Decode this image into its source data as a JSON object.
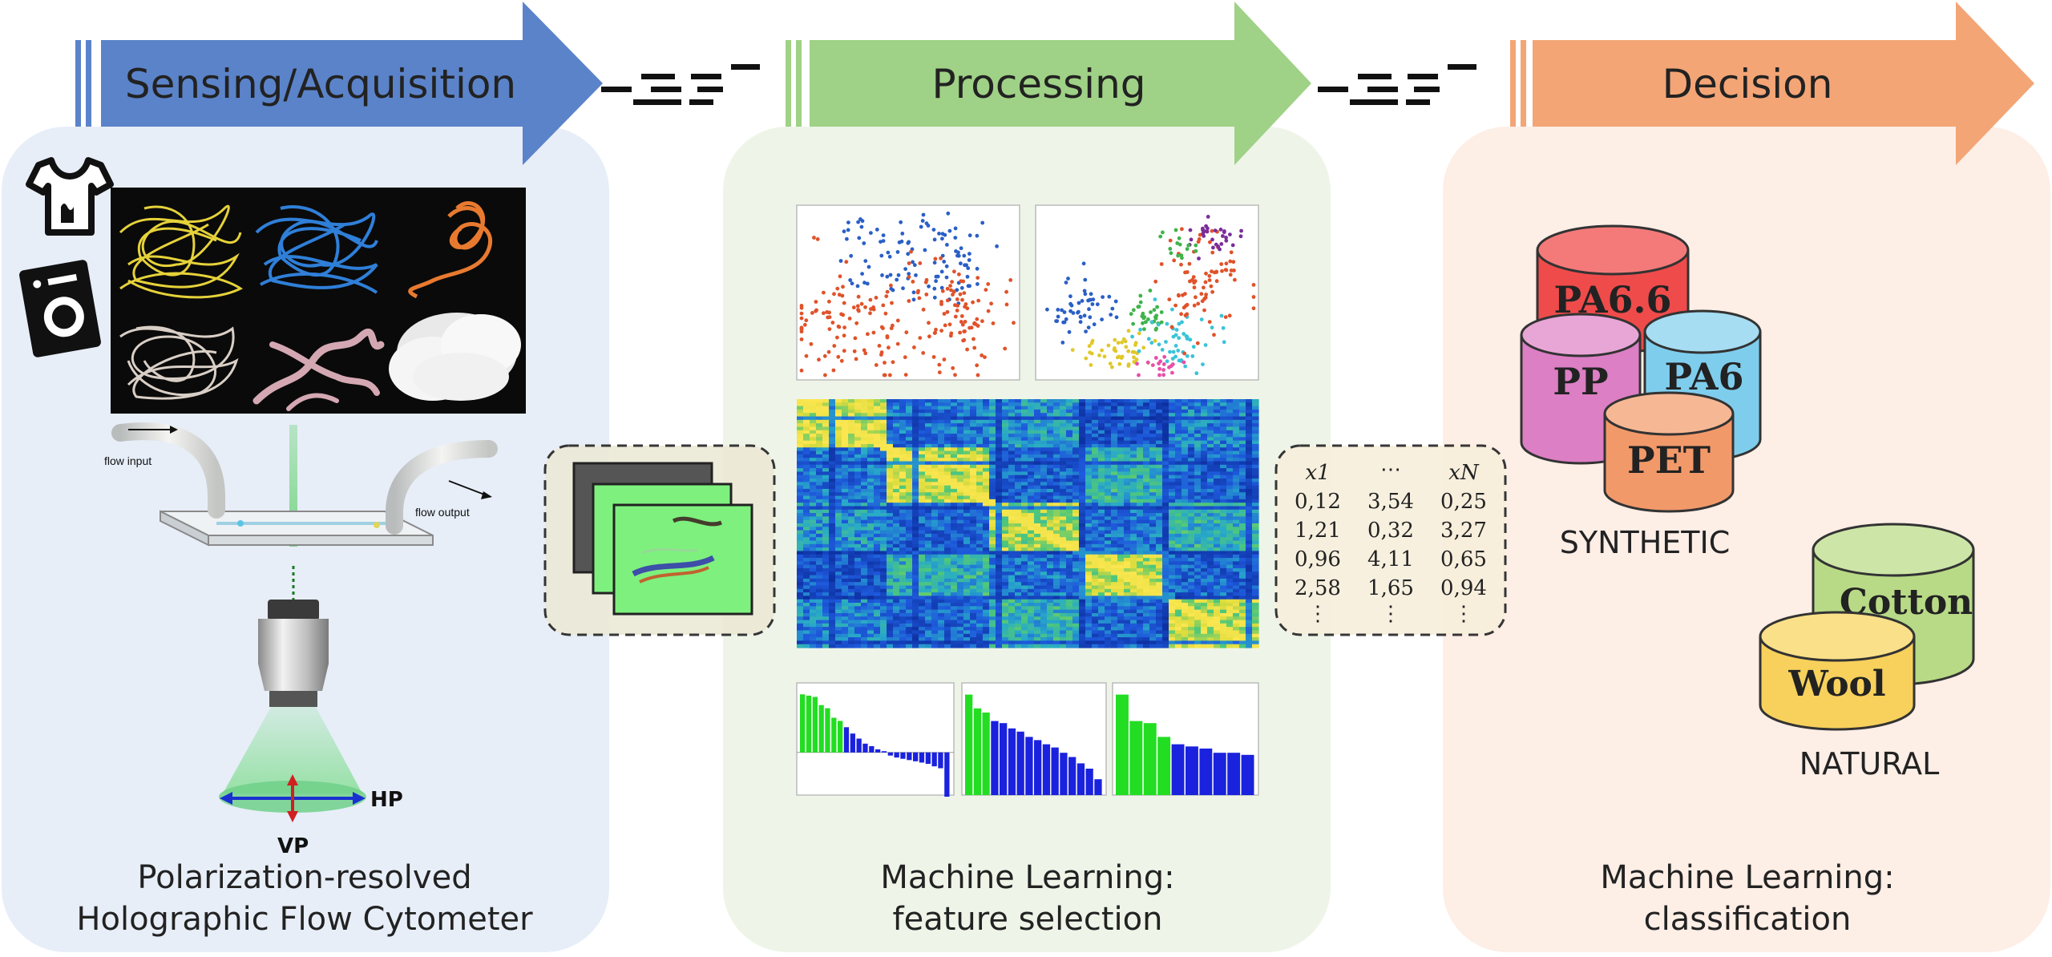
{
  "stages": [
    {
      "title": "Sensing/Acquisition",
      "color": "#5b83c9",
      "panel_bg": "#e7eef8"
    },
    {
      "title": "Processing",
      "color": "#9fd186",
      "panel_bg": "#eef5e8"
    },
    {
      "title": "Decision",
      "color": "#f3a576",
      "panel_bg": "#fdeee6"
    }
  ],
  "acquisition": {
    "caption_line1": "Polarization-resolved",
    "caption_line2": "Holographic Flow Cytometer",
    "flow_input_label": "flow input",
    "flow_output_label": "flow output",
    "hp_label": "HP",
    "vp_label": "VP",
    "fiber_sample_colors": [
      "#e6d23a",
      "#2f7fd8",
      "#e87a30",
      "#d9cfc6",
      "#d4a8b2",
      "#f1f1f1"
    ]
  },
  "processing": {
    "caption_line1": "Machine Learning:",
    "caption_line2": "feature selection",
    "bar_chart_colors": {
      "high": "#22dd22",
      "low": "#1a22dd"
    },
    "bar_panels": [
      [
        0.92,
        0.9,
        0.88,
        0.75,
        0.7,
        0.55,
        0.5,
        0.4,
        0.3,
        0.22,
        0.14,
        0.1,
        0.05,
        0.02,
        -0.05,
        -0.08,
        -0.1,
        -0.12,
        -0.14,
        -0.16,
        -0.18,
        -0.22,
        -0.25,
        -0.7
      ],
      [
        0.95,
        0.82,
        0.78,
        0.7,
        0.68,
        0.63,
        0.6,
        0.55,
        0.52,
        0.48,
        0.45,
        0.4,
        0.36,
        0.3,
        0.25,
        0.15
      ],
      [
        0.95,
        0.7,
        0.68,
        0.55,
        0.48,
        0.46,
        0.44,
        0.4,
        0.4,
        0.38
      ]
    ],
    "bar_high_counts": [
      7,
      3,
      4
    ]
  },
  "feature_table": {
    "headers": [
      "x1",
      "⋯",
      "xN"
    ],
    "rows": [
      [
        "0,12",
        "3,54",
        "0,25"
      ],
      [
        "1,21",
        "0,32",
        "3,27"
      ],
      [
        "0,96",
        "4,11",
        "0,65"
      ],
      [
        "2,58",
        "1,65",
        "0,94"
      ],
      [
        "⋮",
        "⋮",
        "⋮"
      ]
    ]
  },
  "decision": {
    "caption_line1": "Machine Learning:",
    "caption_line2": "classification",
    "synthetic_label": "SYNTHETIC",
    "natural_label": "NATURAL",
    "synthetic_classes": [
      {
        "name": "PA6.6",
        "color": "#ef4b4b"
      },
      {
        "name": "PP",
        "color": "#dc7fc4"
      },
      {
        "name": "PA6",
        "color": "#7fcdec"
      },
      {
        "name": "PET",
        "color": "#f2996a"
      }
    ],
    "natural_classes": [
      {
        "name": "Cotton",
        "color": "#b8da86"
      },
      {
        "name": "Wool",
        "color": "#f7d15c"
      }
    ]
  }
}
